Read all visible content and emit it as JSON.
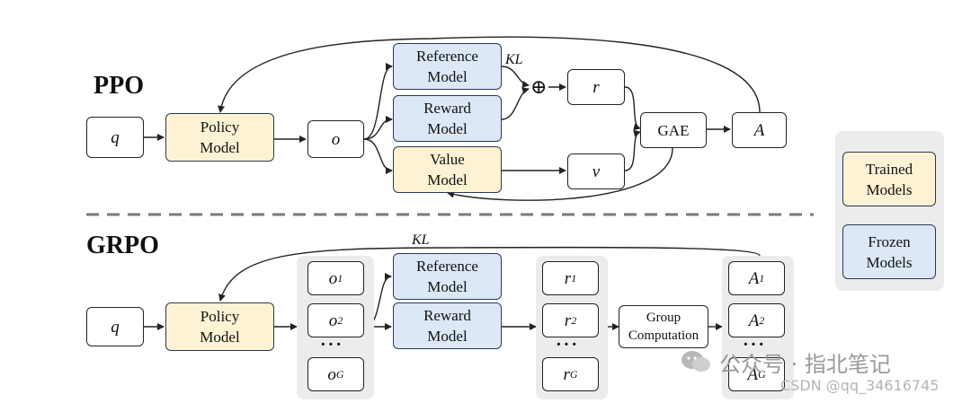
{
  "ppo": {
    "title": "PPO",
    "q": "q",
    "policy": "Policy\nModel",
    "o": "o",
    "reference": "Reference\nModel",
    "reward": "Reward\nModel",
    "value": "Value\nModel",
    "kl": "KL",
    "plus": "⊕",
    "r": "r",
    "v": "v",
    "gae": "GAE",
    "a": "A"
  },
  "grpo": {
    "title": "GRPO",
    "q": "q",
    "policy": "Policy\nModel",
    "o1": "o",
    "o1_sub": "1",
    "o2": "o",
    "o2_sub": "2",
    "oG": "o",
    "oG_sub": "G",
    "reference": "Reference\nModel",
    "reward": "Reward\nModel",
    "kl": "KL",
    "r1": "r",
    "r1_sub": "1",
    "r2": "r",
    "r2_sub": "2",
    "rG": "r",
    "rG_sub": "G",
    "group": "Group\nComputation",
    "a1": "A",
    "a1_sub": "1",
    "a2": "A",
    "a2_sub": "2",
    "aG": "A",
    "aG_sub": "G",
    "dots": "···"
  },
  "legend": {
    "trained": "Trained\nModels",
    "frozen": "Frozen\nModels"
  },
  "watermark": {
    "main": "公众号 · 指北笔记",
    "sub": "CSDN @qq_34616745"
  }
}
